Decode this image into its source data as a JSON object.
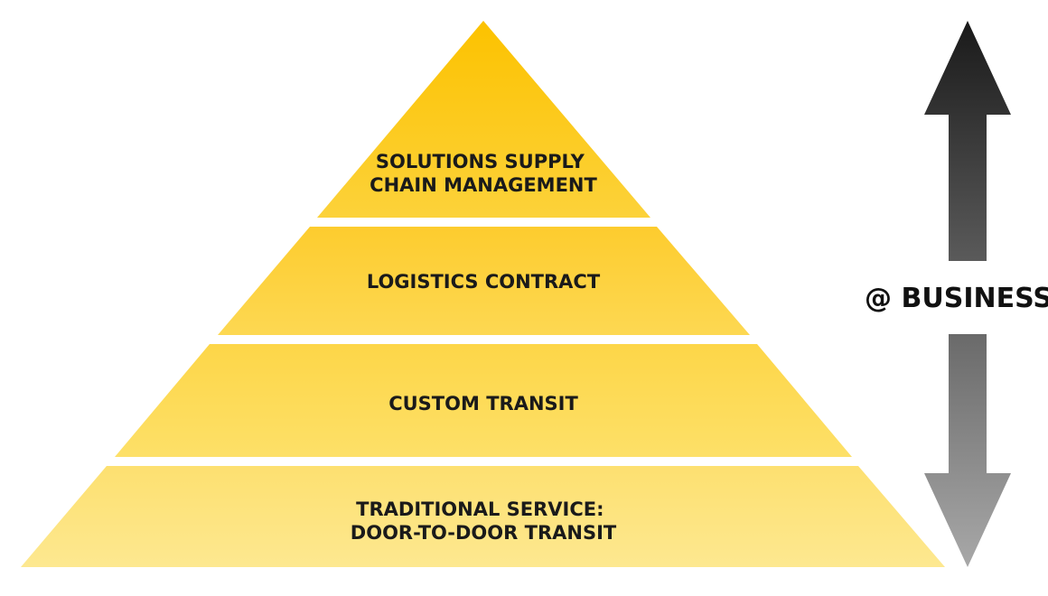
{
  "pyramid": {
    "tiers": [
      {
        "lines": [
          "SOLUTIONS SUPPLY",
          "CHAIN MANAGEMENT"
        ],
        "color_top": "#fcc200",
        "color_bottom": "#fcd23a"
      },
      {
        "lines": [
          "LOGISTICS CONTRACT"
        ],
        "color_top": "#fdcc2e",
        "color_bottom": "#fdd852"
      },
      {
        "lines": [
          "CUSTOM TRANSIT"
        ],
        "color_top": "#fdd648",
        "color_bottom": "#fde068"
      },
      {
        "lines": [
          "TRADITIONAL SERVICE:",
          "DOOR-TO-DOOR TRANSIT"
        ],
        "color_top": "#fde070",
        "color_bottom": "#fde890"
      }
    ]
  },
  "axis": {
    "label": "@ BUSINESS",
    "up_arrow_color_top": "#1a1a1a",
    "up_arrow_color_bottom": "#5a5a5a",
    "down_arrow_color_top": "#6a6a6a",
    "down_arrow_color_bottom": "#a8a8a8"
  }
}
